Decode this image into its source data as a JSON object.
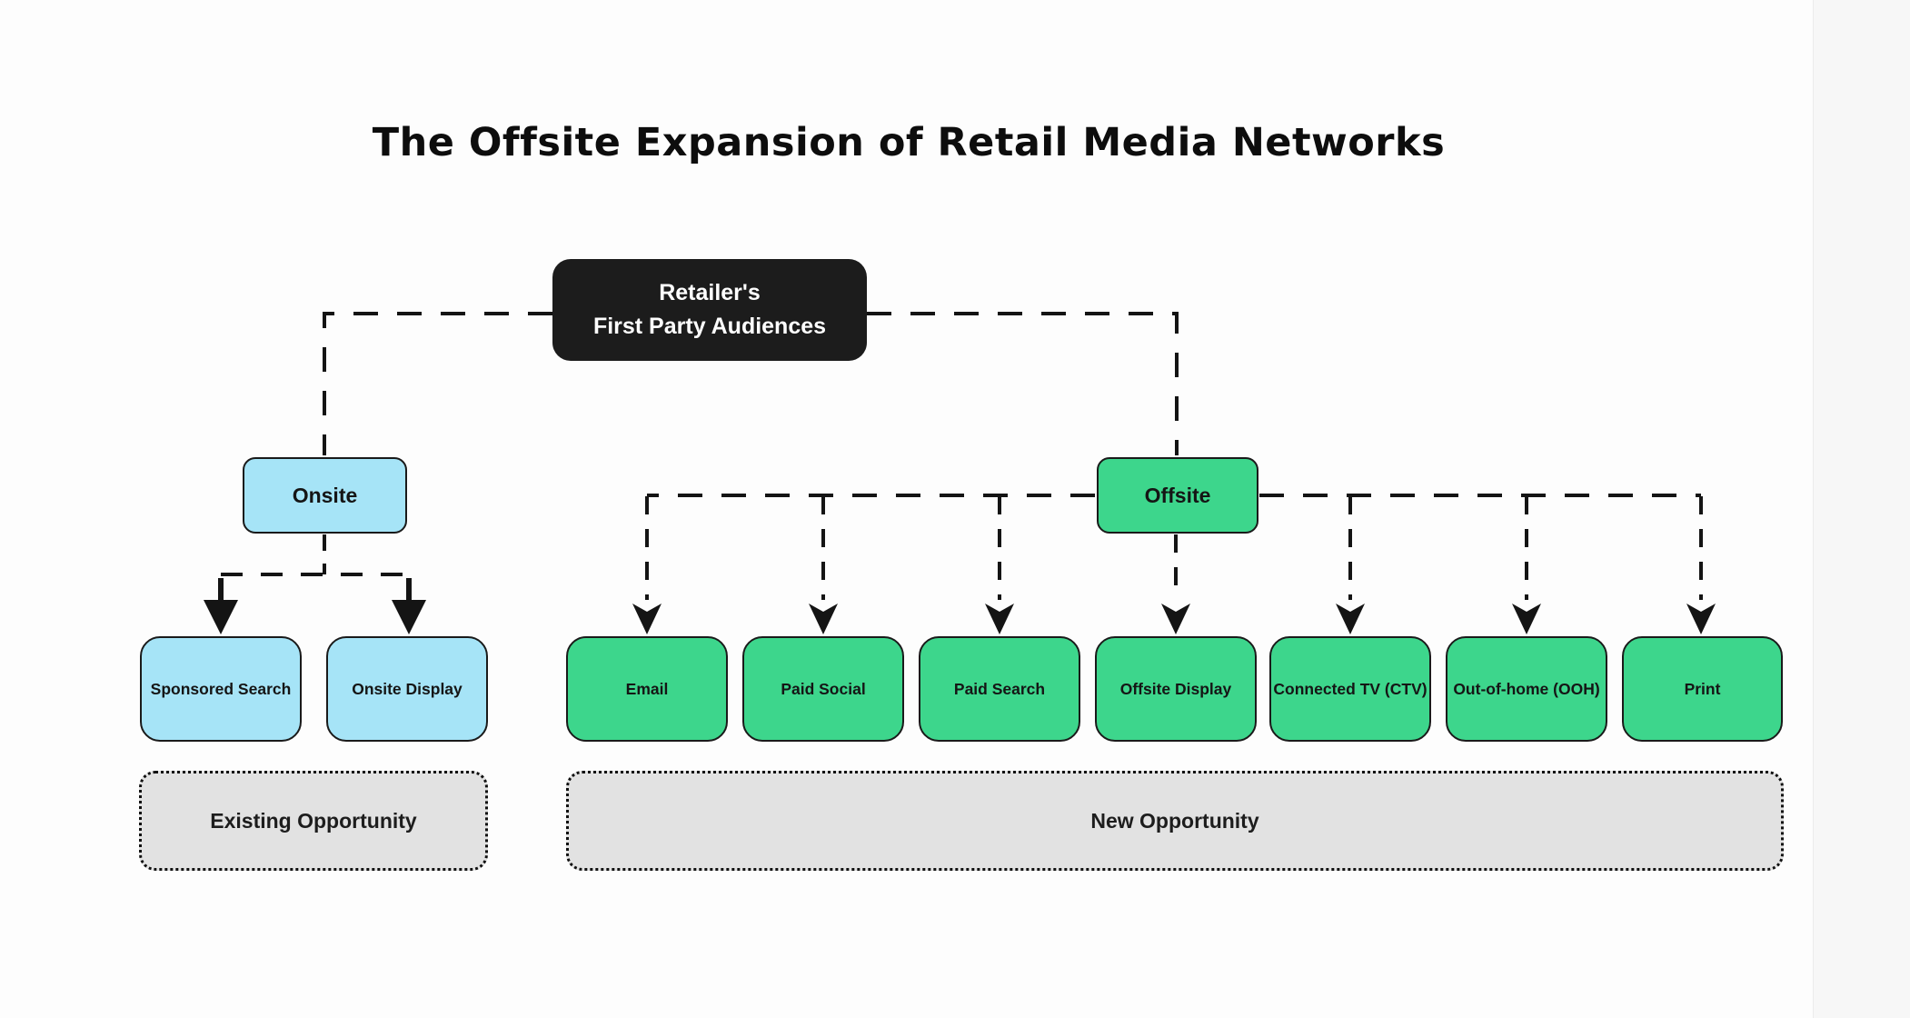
{
  "title": "The Offsite Expansion of Retail Media Networks",
  "colors": {
    "background": "#FDFDFD",
    "gutter": "#F7F7F7",
    "title_color": "#0D0D0D",
    "line": "#141414",
    "node_border": "#1A1A1A",
    "root_bg": "#1C1C1C",
    "root_text": "#FFFFFF",
    "onsite_fill": "#A6E4F7",
    "offsite_fill": "#3DD68C",
    "legend_fill": "#E2E2E2"
  },
  "diagram": {
    "root": {
      "label": "Retailer's\nFirst Party Audiences"
    },
    "onsite": {
      "label": "Onsite"
    },
    "offsite": {
      "label": "Offsite"
    },
    "onsite_children": [
      {
        "label": "Sponsored Search"
      },
      {
        "label": "Onsite Display"
      }
    ],
    "offsite_children": [
      {
        "label": "Email"
      },
      {
        "label": "Paid Social"
      },
      {
        "label": "Paid Search"
      },
      {
        "label": "Offsite Display"
      },
      {
        "label": "Connected TV (CTV)"
      },
      {
        "label": "Out-of-home (OOH)"
      },
      {
        "label": "Print"
      }
    ],
    "legend": {
      "existing": "Existing Opportunity",
      "new": "New Opportunity"
    }
  }
}
